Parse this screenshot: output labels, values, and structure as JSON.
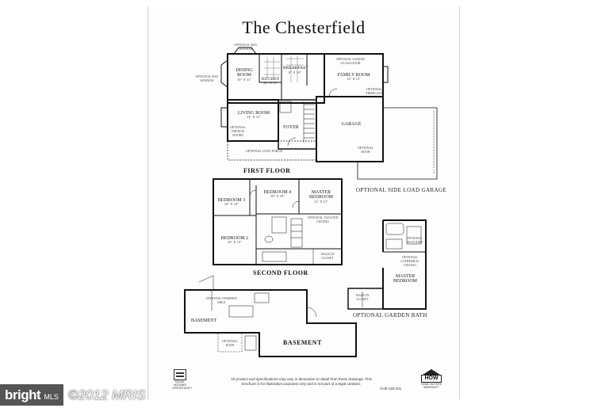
{
  "plan_title": "The Chesterfield",
  "first_floor": {
    "caption": "FIRST FLOOR",
    "rooms": [
      {
        "name": "DINING ROOM",
        "dims": "10\" x 11\""
      },
      {
        "name": "KITCHEN",
        "dims": "10\" x 11\""
      },
      {
        "name": "BREAKFAST",
        "dims": "8\" x 10\""
      },
      {
        "name": "FAMILY ROOM",
        "dims": "13\" x 13\""
      },
      {
        "name": "LIVING ROOM",
        "dims": "14\" x 11\""
      },
      {
        "name": "FOYER",
        "dims": ""
      },
      {
        "name": "GARAGE",
        "dims": ""
      }
    ],
    "notes": {
      "bay_top": "OPTIONAL BAY WINDOW",
      "bay_left": "OPTIONAL BAY WINDOW",
      "sliding_door": "OPTIONAL SLIDING GLASS DOOR",
      "fireplace": "OPTIONAL FIREPLACE",
      "french_doors": "OPTIONAL FRENCH DOORS",
      "porch": "OPTIONAL LONG PORCH",
      "garage_door": "OPTIONAL DOOR"
    }
  },
  "side_load": {
    "caption": "OPTIONAL SIDE LOAD GARAGE"
  },
  "second_floor": {
    "caption": "SECOND FLOOR",
    "rooms": [
      {
        "name": "BEDROOM 3",
        "dims": "10\" x 10\""
      },
      {
        "name": "BEDROOM 4",
        "dims": "10\" x 10\""
      },
      {
        "name": "MASTER BEDROOM",
        "dims": "11\" x 15\""
      },
      {
        "name": "BEDROOM 2",
        "dims": "10\" x 13\""
      }
    ],
    "notes": {
      "ceiling": "OPTIONAL VAULTED CEILING",
      "closet": "WALK IN CLOSET"
    }
  },
  "garden_bath": {
    "caption": "OPTIONAL GARDEN BATH",
    "room": "MASTER BEDROOM",
    "notes": {
      "skylight": "OPTIONAL SKYLIGHT",
      "ceiling": "OPTIONAL CATHEDRAL CEILING",
      "closet": "WALK IN CLOSET"
    }
  },
  "basement": {
    "caption": "BASEMENT",
    "label": "BASEMENT",
    "notes": {
      "area": "OPTIONAL FINISHED AREA",
      "bath": "OPTIONAL BATH"
    }
  },
  "footer": {
    "disclaimer": "All product and specifications may vary in dimension or detail from these drawings. This brochure is for illustrative purposes only and is not part of a legal contract.",
    "plan_number": "CHE 028 201",
    "eho_text": "EQUAL HOUSING OPPORTUNITY",
    "hw_name": "HOW",
    "hw_text": "HOME BUYERS WARRANTY"
  },
  "watermark": {
    "brand": "bright",
    "suffix": "MLS",
    "copyright": "©2012 MRIS"
  }
}
